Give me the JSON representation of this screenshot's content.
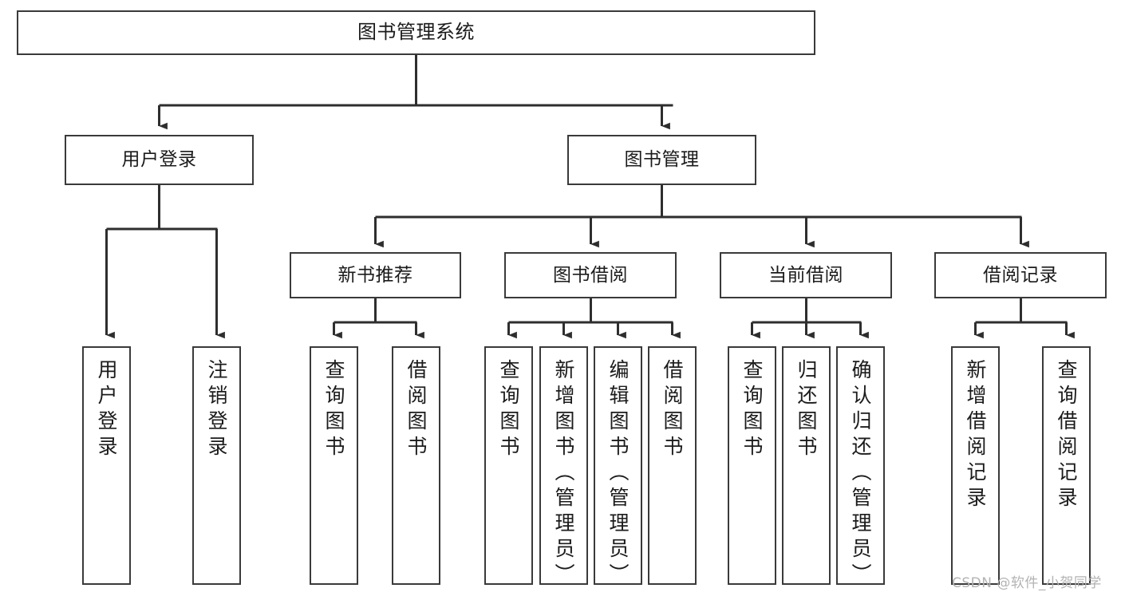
{
  "diagram": {
    "title": "图书管理系统",
    "type": "tree-hierarchy",
    "colors": {
      "box_border": "#3a3a3a",
      "box_fill": "#ffffff",
      "edge": "#2e2e2e",
      "text": "#1b1b1b",
      "watermark": "#b3b3b3",
      "background": "#ffffff"
    }
  },
  "nodes": {
    "root": {
      "label": "图书管理系统"
    },
    "level2": [
      {
        "label": "用户登录"
      },
      {
        "label": "图书管理"
      }
    ],
    "level3": [
      {
        "label": "新书推荐"
      },
      {
        "label": "图书借阅"
      },
      {
        "label": "当前借阅"
      },
      {
        "label": "借阅记录"
      }
    ],
    "leaves": {
      "user_login": [
        {
          "label": "用户登录"
        },
        {
          "label": "注销登录"
        }
      ],
      "new_book_recommend": [
        {
          "label": "查询图书"
        },
        {
          "label": "借阅图书"
        }
      ],
      "book_borrow": [
        {
          "label": "查询图书"
        },
        {
          "label": "新增图书（管理员）"
        },
        {
          "label": "编辑图书（管理员）"
        },
        {
          "label": "借阅图书"
        }
      ],
      "current_borrow": [
        {
          "label": "查询图书"
        },
        {
          "label": "归还图书"
        },
        {
          "label": "确认归还（管理员）"
        }
      ],
      "borrow_record": [
        {
          "label": "新增借阅记录"
        },
        {
          "label": "查询借阅记录"
        }
      ]
    }
  },
  "watermark": {
    "text": "CSDN @软件_小贺同学"
  }
}
